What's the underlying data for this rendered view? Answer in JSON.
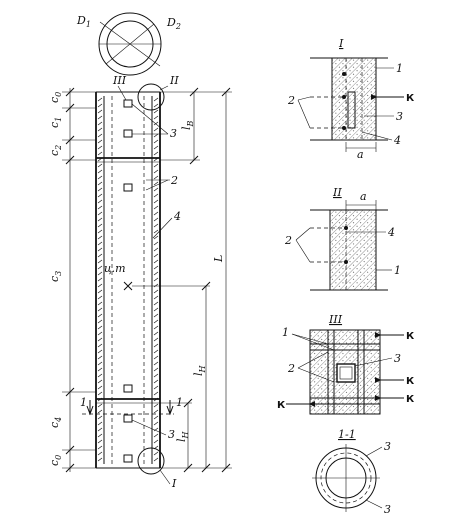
{
  "cross_section_top": {
    "d1": "D",
    "d1_sub": "1",
    "d2": "D",
    "d2_sub": "2"
  },
  "elevation": {
    "labels": {
      "callout_iii": "III",
      "callout_ii": "II",
      "callout_i": "I",
      "callout_3_top": "3",
      "callout_2": "2",
      "callout_4": "4",
      "callout_3_bottom": "3",
      "section_1_left": "1",
      "section_1_right": "1",
      "center_mark": "ц.т",
      "dim_L": "L",
      "dim_lB": "l",
      "dim_lB_sub": "B",
      "dim_lH": "l",
      "dim_lH_sub": "H",
      "dim_lH2": "l",
      "dim_lH2_sub": "H"
    },
    "dims_left": [
      {
        "main": "c",
        "sub": "0"
      },
      {
        "main": "c",
        "sub": "1"
      },
      {
        "main": "c",
        "sub": "2"
      },
      {
        "main": "c",
        "sub": "3"
      },
      {
        "main": "c",
        "sub": "4"
      },
      {
        "main": "c",
        "sub": "0"
      }
    ]
  },
  "detail_i": {
    "title": "I",
    "labels": {
      "n1": "1",
      "n2": "2",
      "n3": "3",
      "n4": "4",
      "k": "К",
      "a": "a"
    }
  },
  "detail_ii": {
    "title": "II",
    "labels": {
      "n1": "1",
      "n2": "2",
      "n4": "4",
      "a": "a"
    }
  },
  "detail_iii": {
    "title": "III",
    "labels": {
      "n1": "1",
      "n2": "2",
      "n3": "3",
      "k_top": "К",
      "k_left": "К",
      "k_right1": "К",
      "k_right2": "К"
    }
  },
  "section_1_1": {
    "title": "1-1",
    "labels": {
      "n3_top": "3",
      "n3_bottom": "3"
    }
  }
}
